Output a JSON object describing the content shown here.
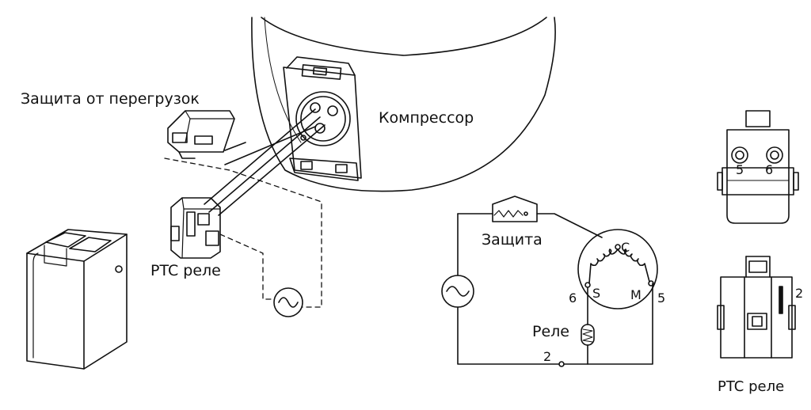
{
  "labels": {
    "overload_protector": "Защита от перегрузок",
    "compressor": "Компрессор",
    "ptc_relay_left": "PTC реле",
    "protection": "Защита",
    "relay": "Реле",
    "ptc_relay_right": "PTC реле"
  },
  "schematic": {
    "terminal_c": "C",
    "terminal_s": "S",
    "terminal_m": "M",
    "pin_6": "6",
    "pin_5": "5",
    "pin_2": "2"
  },
  "relay_views": {
    "top_pin_5": "5",
    "top_pin_6": "6",
    "bottom_pin_2": "2"
  }
}
